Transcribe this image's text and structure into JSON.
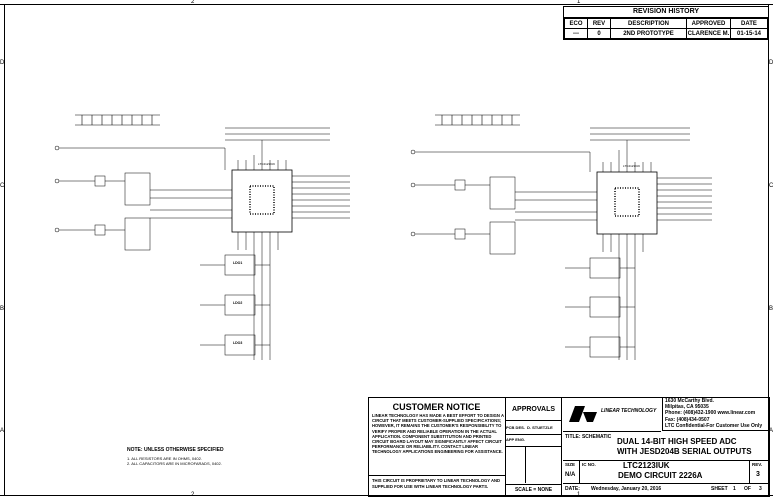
{
  "frame": {
    "zone_cols": [
      "2",
      "1"
    ],
    "zone_rows": [
      "D",
      "C",
      "B",
      "A"
    ]
  },
  "revision": {
    "title": "REVISION HISTORY",
    "headers": [
      "ECO",
      "REV",
      "DESCRIPTION",
      "APPROVED",
      "DATE"
    ],
    "rows": [
      [
        "---",
        "0",
        "2ND PROTOTYPE",
        "CLARENCE M.",
        "01-15-14"
      ]
    ]
  },
  "notice": {
    "title": "CUSTOMER NOTICE",
    "body": "LINEAR TECHNOLOGY HAS MADE A BEST EFFORT TO DESIGN A CIRCUIT THAT MEETS CUSTOMER-SUPPLIED SPECIFICATIONS; HOWEVER, IT REMAINS THE CUSTOMER'S RESPONSIBILITY TO VERIFY PROPER AND RELIABLE OPERATION IN THE ACTUAL APPLICATION. COMPONENT SUBSTITUTION AND PRINTED CIRCUIT BOARD LAYOUT MAY SIGNIFICANTLY AFFECT CIRCUIT PERFORMANCE OR RELIABILITY. CONTACT LINEAR TECHNOLOGY APPLICATIONS ENGINEERING FOR ASSISTANCE.",
    "proprietary": "THIS CIRCUIT IS PROPRIETARY TO LINEAR TECHNOLOGY AND SUPPLIED FOR USE WITH LINEAR TECHNOLOGY PARTS."
  },
  "approvals": {
    "title": "APPROVALS",
    "pcb_label": "PCB DES.",
    "pcb_value": "D. STUETZLE",
    "app_label": "APP ENG.",
    "app_value": "",
    "scale": "SCALE = NONE"
  },
  "company": {
    "logo": "LINEAR TECHNOLOGY",
    "address1": "1630 McCarthy Blvd.",
    "address2": "Milpitas, CA 95035",
    "phone": "Phone: (408)432-1900",
    "web": "www.linear.com",
    "fax": "Fax: (408)434-0507",
    "confidential": "LTC Confidential-For Customer Use Only"
  },
  "title_block": {
    "title_label": "TITLE: SCHEMATIC",
    "title_line1": "DUAL 14-BIT HIGH SPEED ADC",
    "title_line2": "WITH JESD204B SERIAL OUTPUTS",
    "size_label": "SIZE",
    "size_value": "N/A",
    "icno_label": "IC NO.",
    "part": "LTC2123IUK",
    "demo": "DEMO CIRCUIT 2226A",
    "rev_label": "REV.",
    "rev_value": "3",
    "date_label": "DATE:",
    "date_value": "Wednesday, January 20, 2016",
    "sheet_label": "SHEET",
    "sheet_num": "1",
    "of_label": "OF",
    "sheet_total": "3"
  },
  "notes": {
    "title": "NOTE: UNLESS OTHERWISE SPECIFIED",
    "line1": "1. ALL RESISTORS ARE IN OHMS, 0402.",
    "line2": "2. ALL CAPACITORS ARE IN MICROFARADS, 0402."
  },
  "schematic": {
    "chip_label": "LTC2123IUK",
    "ldo_labels": [
      "LDO1",
      "LDO2",
      "LDO3"
    ]
  }
}
